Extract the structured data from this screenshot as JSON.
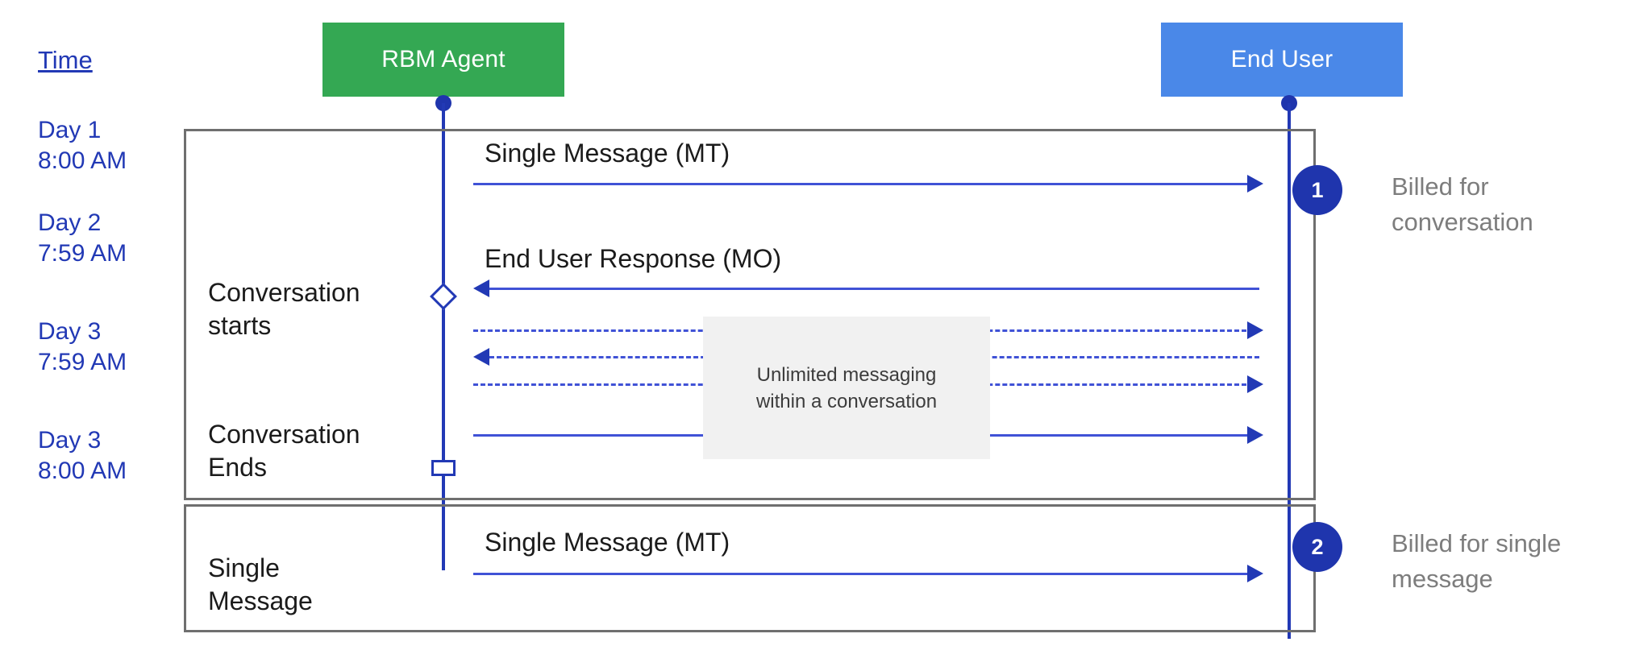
{
  "time_column": {
    "header": "Time",
    "entries": [
      {
        "day": "Day 1",
        "time": "8:00 AM",
        "text": "Day 1\n8:00 AM"
      },
      {
        "day": "Day 2",
        "time": "7:59 AM",
        "text": "Day 2\n7:59 AM"
      },
      {
        "day": "Day 3",
        "time": "7:59 AM",
        "text": "Day 3\n7:59 AM"
      },
      {
        "day": "Day 3",
        "time": "8:00 AM",
        "text": "Day 3\n8:00 AM"
      }
    ]
  },
  "actors": [
    {
      "id": "rbm-agent",
      "label": "RBM Agent",
      "color": "#34a853"
    },
    {
      "id": "end-user",
      "label": "End User",
      "color": "#4a88e8"
    }
  ],
  "stage_labels": [
    {
      "id": "conversation-starts",
      "text": "Conversation\nstarts"
    },
    {
      "id": "conversation-ends",
      "text": "Conversation\nEnds"
    },
    {
      "id": "single-message",
      "text": "Single\nMessage"
    }
  ],
  "messages": [
    {
      "id": "msg-1",
      "label": "Single Message (MT)",
      "direction": "right",
      "style": "solid"
    },
    {
      "id": "msg-2",
      "label": "End User Response (MO)",
      "direction": "left",
      "style": "solid"
    },
    {
      "id": "msg-3",
      "label": "",
      "direction": "right",
      "style": "dashed"
    },
    {
      "id": "msg-4",
      "label": "",
      "direction": "left",
      "style": "dashed"
    },
    {
      "id": "msg-5",
      "label": "",
      "direction": "right",
      "style": "dashed"
    },
    {
      "id": "msg-6",
      "label": "",
      "direction": "right",
      "style": "solid"
    },
    {
      "id": "msg-7",
      "label": "Single Message (MT)",
      "direction": "right",
      "style": "solid"
    }
  ],
  "note": {
    "text": "Unlimited messaging\nwithin a conversation"
  },
  "billing": [
    {
      "badge": "1",
      "text": "Billed for\nconversation"
    },
    {
      "badge": "2",
      "text": "Billed for single\nmessage"
    }
  ],
  "colors": {
    "agent_green": "#34a853",
    "user_blue": "#4a88e8",
    "line_blue": "#4052d6",
    "accent_blue": "#2239b5",
    "badge_blue": "#1f35ad",
    "time_text": "#2239b5",
    "note_bg": "#f1f1f1",
    "box_border": "#6f6f6f",
    "billing_text": "#7d7d7d"
  }
}
